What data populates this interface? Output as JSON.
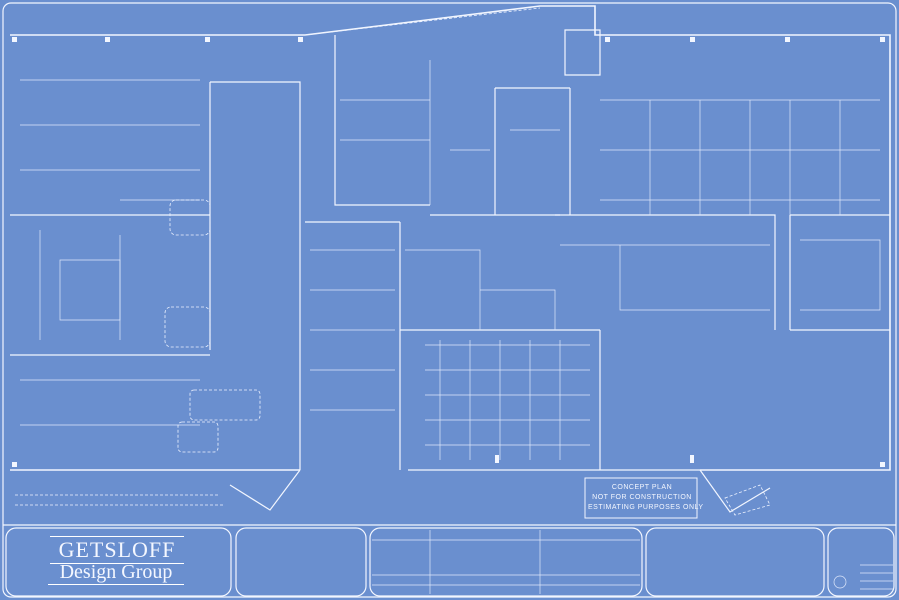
{
  "title_block": {
    "firm_name_line1": "GETSLOFF",
    "firm_name_line2": "Design Group"
  },
  "notice": {
    "line1": "CONCEPT PLAN",
    "line2": "NOT FOR CONSTRUCTION",
    "line3": "ESTIMATING PURPOSES ONLY"
  },
  "colors": {
    "background": "#6a8fcf",
    "linework": "#f2f6ff"
  }
}
